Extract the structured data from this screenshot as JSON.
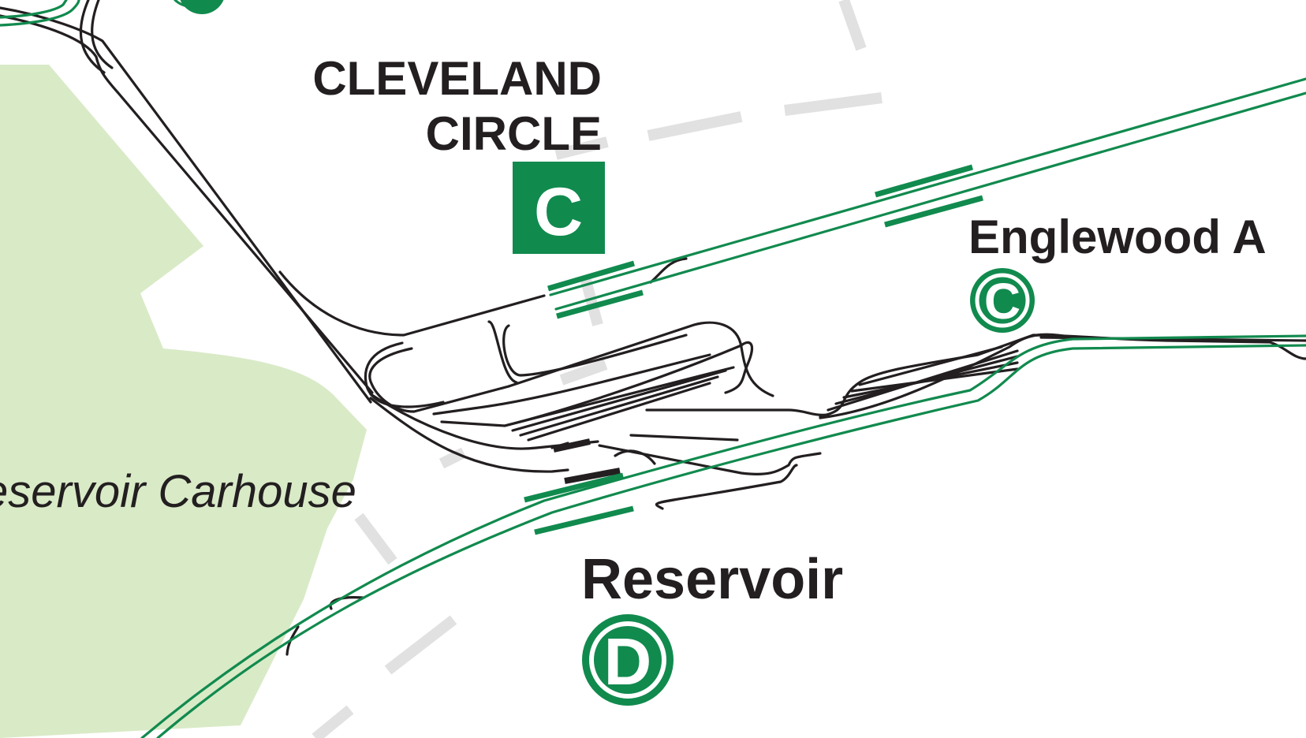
{
  "map": {
    "park_label": "eservoir Carhouse",
    "stations": {
      "cleveland_circle": {
        "name_line1": "CLEVELAND",
        "name_line2": "CIRCLE",
        "route": "C"
      },
      "englewood": {
        "name": "Englewood A",
        "route": "C"
      },
      "reservoir": {
        "name": "Reservoir",
        "route": "D"
      }
    },
    "colors": {
      "line_green": "#118a4e",
      "track_black": "#231f20",
      "park_green": "#d9eac7",
      "street_gray": "#e1e1e1",
      "background": "#ffffff"
    },
    "icons": [
      "route-c-square-icon",
      "route-c-circle-icon",
      "route-d-circle-icon"
    ]
  }
}
